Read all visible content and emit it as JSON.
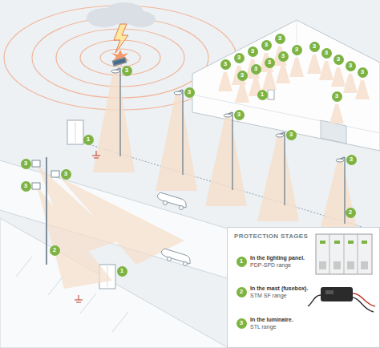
{
  "diagram": {
    "nodes": [
      {
        "text": [
          "3"
        ]
      },
      {
        "text": [
          "1"
        ]
      },
      {
        "text": [
          "3"
        ]
      },
      {
        "text": [
          "3"
        ]
      },
      {
        "text": [
          "3"
        ]
      },
      {
        "text": [
          "3"
        ]
      },
      {
        "text": [
          "2"
        ]
      },
      {
        "text": [
          "1"
        ]
      },
      {
        "text": [
          "3"
        ]
      },
      {
        "text": [
          "3"
        ]
      },
      {
        "text": [
          "3"
        ]
      },
      {
        "text": [
          "3"
        ]
      },
      {
        "text": [
          "3"
        ]
      },
      {
        "text": [
          "3"
        ]
      },
      {
        "text": [
          "3"
        ]
      },
      {
        "text": [
          "3"
        ]
      },
      {
        "text": [
          "3"
        ]
      },
      {
        "text": [
          "3"
        ]
      },
      {
        "text": [
          "3"
        ]
      },
      {
        "text": [
          "3"
        ]
      },
      {
        "text": [
          "3"
        ]
      },
      {
        "text": [
          "3"
        ]
      },
      {
        "text": [
          "3"
        ]
      },
      {
        "text": [
          "3"
        ]
      },
      {
        "text": [
          "3"
        ]
      },
      {
        "text": [
          "3"
        ]
      },
      {
        "text": [
          "3"
        ]
      },
      {
        "text": [
          "2"
        ]
      },
      {
        "text": [
          "1"
        ]
      },
      {
        "text": [
          "PROTECTION STAGES"
        ]
      },
      {
        "text": [
          "1"
        ],
        "in": 29
      },
      {
        "text": [
          "2"
        ],
        "in": 29
      },
      {
        "text": [
          "3"
        ],
        "in": 29
      }
    ],
    "labels": [
      "In the lighting panel.",
      "PDP-SPD range",
      "In the mast (fusebox).",
      "STM SF range",
      "In the luminaire.",
      "STL range"
    ]
  }
}
